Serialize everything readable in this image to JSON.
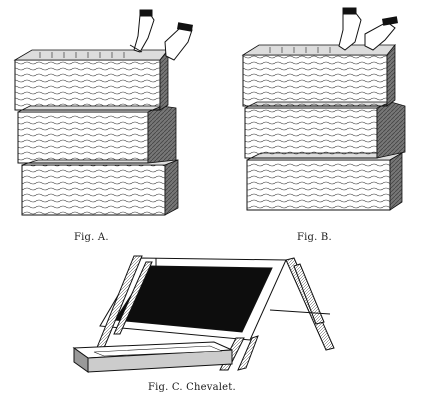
{
  "captions": {
    "fig_a": "Fig. A.",
    "fig_b": "Fig. B.",
    "fig_c": "Fig. C. Chevalet."
  },
  "colors": {
    "ink": "#1a1a1a",
    "paper": "#ffffff",
    "wood_shade": "#6d6d6d",
    "screen_dark": "#0d0d0d"
  }
}
